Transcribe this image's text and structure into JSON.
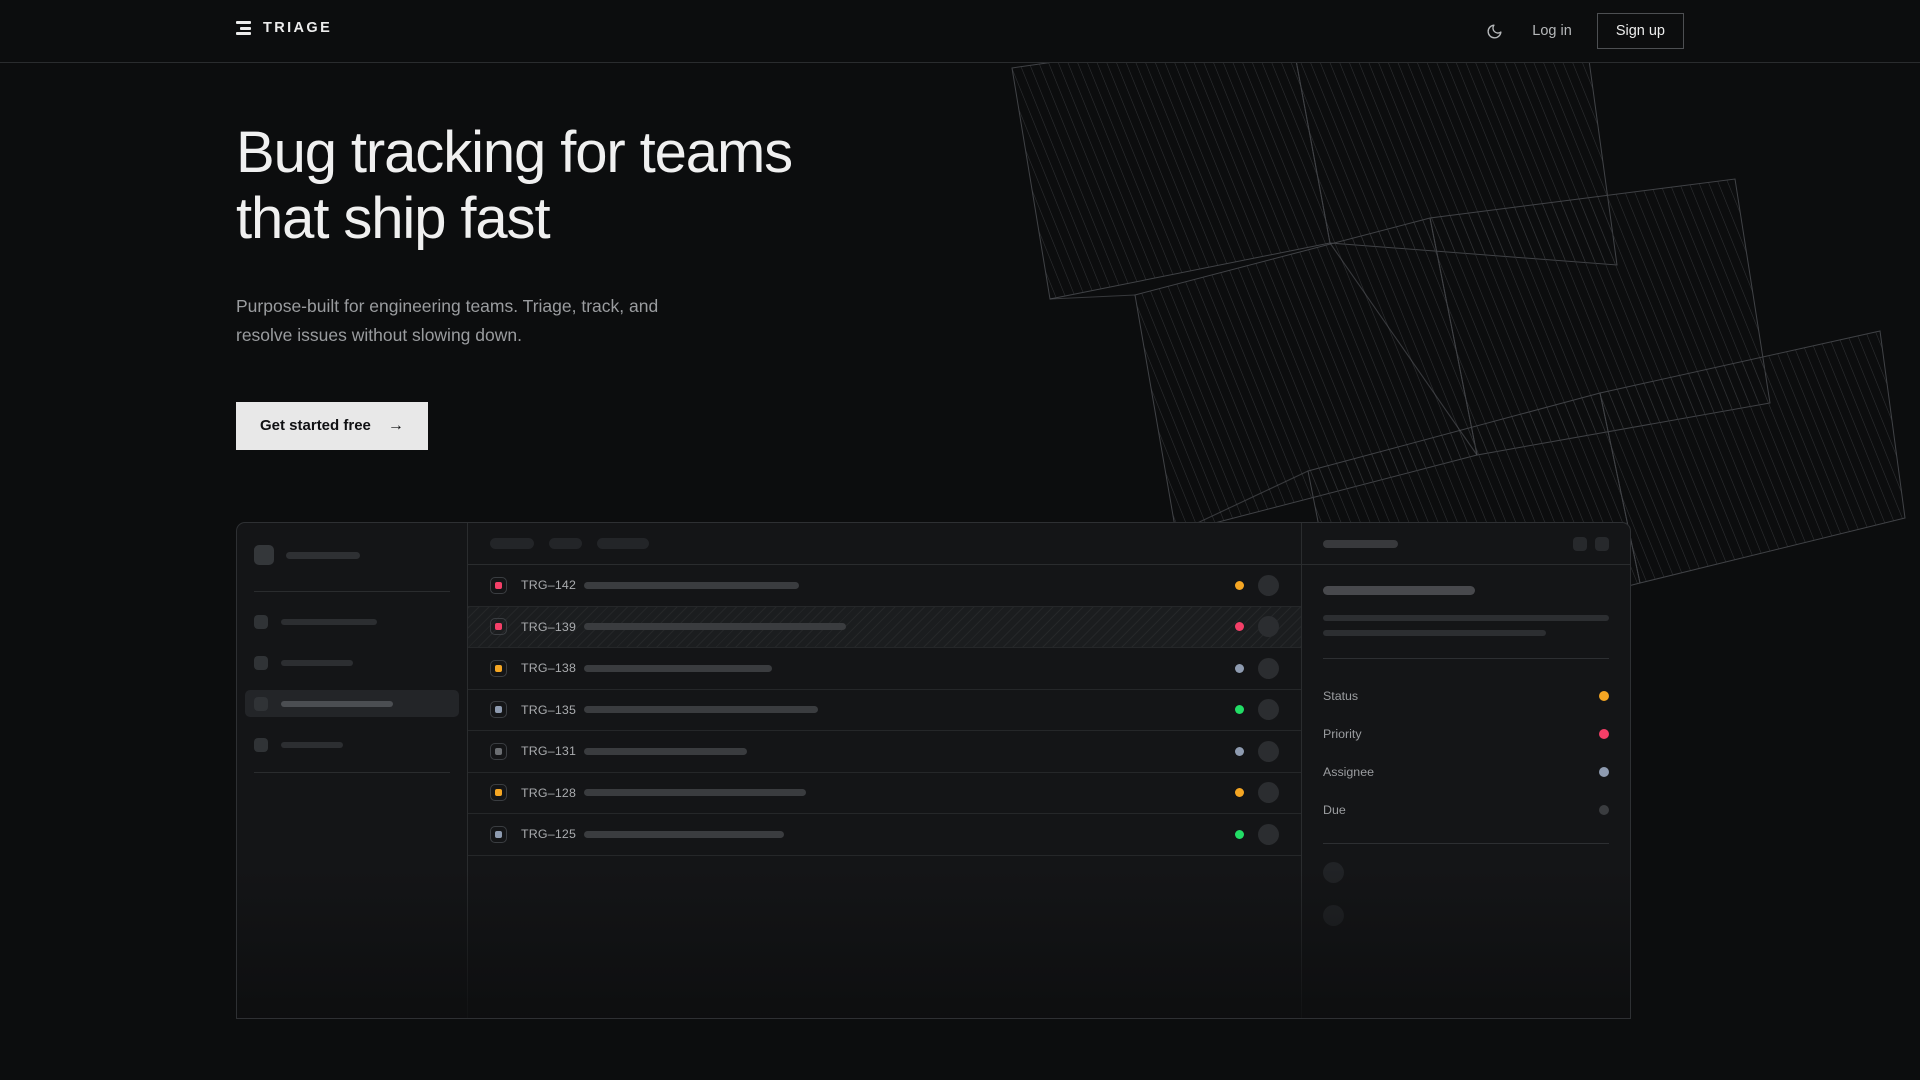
{
  "nav": {
    "brand": "TRIAGE",
    "brand_icon": "list-lines-logo-icon",
    "theme_toggle_icon": "moon-icon",
    "login_label": "Log in",
    "signup_label": "Sign up"
  },
  "hero": {
    "heading_line1": "Bug tracking for teams",
    "heading_line2": "that ship fast",
    "subtext": "Purpose-built for engineering teams. Triage, track, and resolve issues without slowing down.",
    "cta_label": "Get started free",
    "cta_arrow": "→"
  },
  "colors": {
    "page_bg": "#0c0d0e",
    "panel_bg": "#141517",
    "border": "#2e3033",
    "text_primary": "#f0f0f0",
    "text_muted": "#9a9c9f",
    "accent_pink": "#f43f68",
    "accent_amber": "#f5a623",
    "accent_green": "#22dd66",
    "accent_slate": "#8e9bb0",
    "accent_grey": "#6b6e72",
    "cta_bg": "#e8e8e8"
  },
  "mockup": {
    "sidebar": {
      "nav_items": [
        {
          "width": 96,
          "active": false
        },
        {
          "width": 72,
          "active": false
        },
        {
          "width": 112,
          "active": true
        },
        {
          "width": 62,
          "active": false
        }
      ],
      "section_dots": 3
    },
    "toolbar_chips": [
      44,
      33,
      52
    ],
    "issues": [
      {
        "id": "TRG–142",
        "priority_color": "#f43f68",
        "title_width": 215,
        "status_color": "#f5a623",
        "selected": false
      },
      {
        "id": "TRG–139",
        "priority_color": "#f43f68",
        "title_width": 262,
        "status_color": "#f43f68",
        "selected": true
      },
      {
        "id": "TRG–138",
        "priority_color": "#f5a623",
        "title_width": 188,
        "status_color": "#8e9bb0",
        "selected": false
      },
      {
        "id": "TRG–135",
        "priority_color": "#8e9bb0",
        "title_width": 234,
        "status_color": "#22dd66",
        "selected": false
      },
      {
        "id": "TRG–131",
        "priority_color": "#6b6e72",
        "title_width": 163,
        "status_color": "#8e9bb0",
        "selected": false
      },
      {
        "id": "TRG–128",
        "priority_color": "#f5a623",
        "title_width": 222,
        "status_color": "#f5a623",
        "selected": false
      },
      {
        "id": "TRG–125",
        "priority_color": "#8e9bb0",
        "title_width": 200,
        "status_color": "#22dd66",
        "selected": false
      }
    ],
    "detail": {
      "fields": [
        {
          "label": "Status",
          "value_color": "#f5a623"
        },
        {
          "label": "Priority",
          "value_color": "#f43f68"
        },
        {
          "label": "Assignee",
          "value_color": "#8e9bb0"
        },
        {
          "label": "Due",
          "value_color": "#3a3c3f"
        }
      ]
    }
  }
}
